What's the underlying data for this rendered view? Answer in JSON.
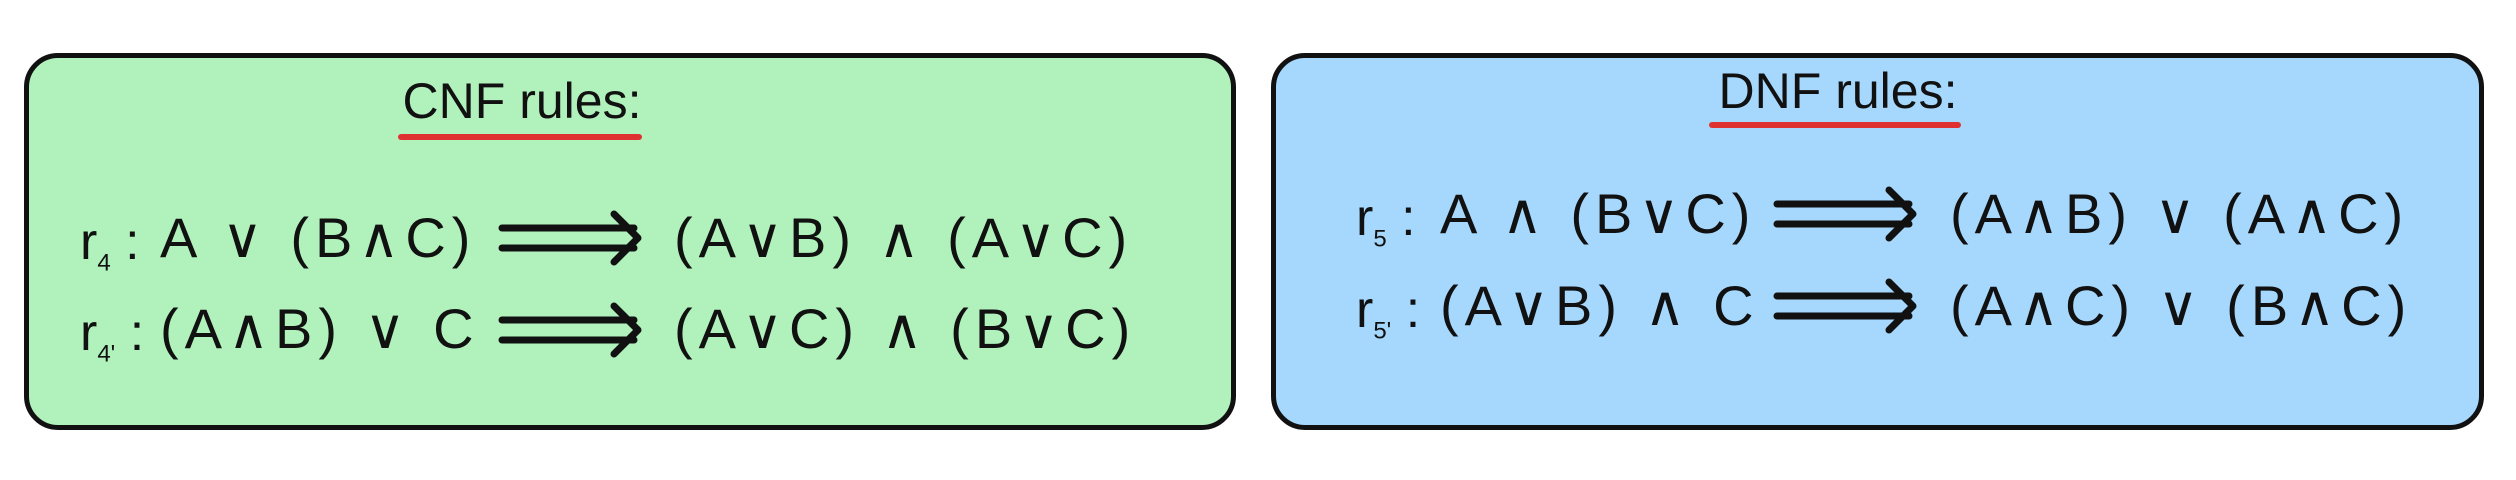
{
  "panels": [
    {
      "title": "CNF rules:",
      "fill": "#b1f2bc",
      "rules": [
        {
          "name": "r",
          "sub": "4",
          "lhs": "A ∨ (B∧C)",
          "rhs": "(A∨B) ∧ (A∨C)"
        },
        {
          "name": "r",
          "sub": "4'",
          "lhs": "(A∧B) ∨ C",
          "rhs": "(A∨C) ∧ (B∨C)"
        }
      ]
    },
    {
      "title": "DNF rules:",
      "fill": "#a6d8fe",
      "rules": [
        {
          "name": "r",
          "sub": "5",
          "lhs": "A ∧ (B∨C)",
          "rhs": "(A∧B) ∨ (A∧C)"
        },
        {
          "name": "r",
          "sub": "5'",
          "lhs": "(A∨B) ∧ C",
          "rhs": "(A∧C) ∨ (B∧C)"
        }
      ]
    }
  ],
  "underline_color": "#e03131"
}
